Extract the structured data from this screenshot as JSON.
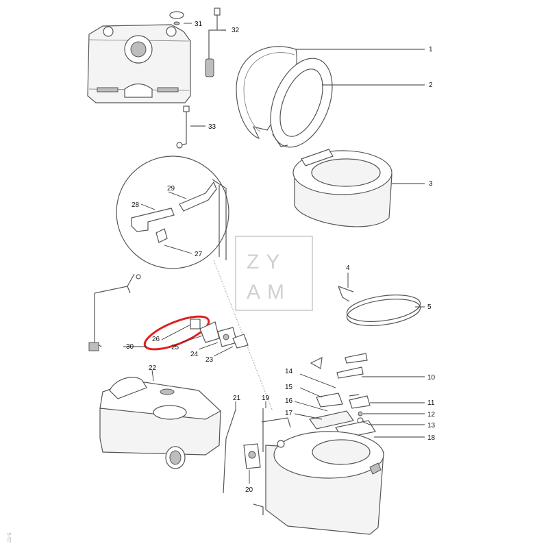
{
  "callouts": {
    "c1": "1",
    "c2": "2",
    "c3": "3",
    "c4": "4",
    "c5": "5",
    "c10": "10",
    "c11": "11",
    "c12": "12",
    "c13": "13",
    "c14": "14",
    "c15": "15",
    "c16": "16",
    "c17": "17",
    "c18": "18",
    "c19": "19",
    "c20": "20",
    "c21": "21",
    "c22": "22",
    "c23": "23",
    "c24": "24",
    "c25": "25",
    "c26": "26",
    "c27": "27",
    "c28": "28",
    "c29": "29",
    "c30": "30",
    "c31": "31",
    "c32": "32",
    "c33": "33"
  },
  "watermark": {
    "top": "ZY",
    "bottom": "AM"
  },
  "corner_code": "23-S",
  "colors": {
    "highlight": "#e02020",
    "line": "#555555",
    "watermark": "#d0d0d0"
  }
}
